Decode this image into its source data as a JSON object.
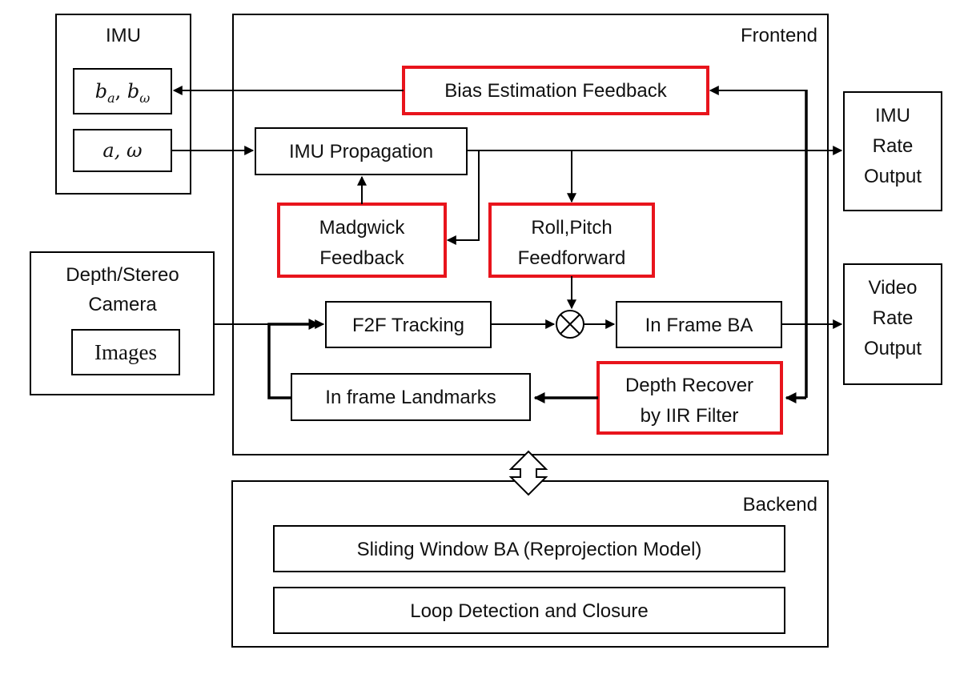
{
  "colors": {
    "highlight": "#e8141c",
    "line": "#000000"
  },
  "imu": {
    "title": "IMU",
    "bias_label": "b_a, b_ω",
    "bias_a": "b",
    "bias_a_sub": "a",
    "bias_sep": ", ",
    "bias_w": "b",
    "bias_w_sub": "ω",
    "meas_label": "a, ω"
  },
  "camera": {
    "title_line1": "Depth/Stereo",
    "title_line2": "Camera",
    "images_label": "Images"
  },
  "frontend": {
    "title": "Frontend",
    "bias_feedback": "Bias Estimation Feedback",
    "imu_propagation": "IMU Propagation",
    "madgwick_line1": "Madgwick",
    "madgwick_line2": "Feedback",
    "rollpitch_line1": "Roll,Pitch",
    "rollpitch_line2": "Feedforward",
    "f2f_tracking": "F2F Tracking",
    "in_frame_ba": "In Frame BA",
    "landmarks": "In frame Landmarks",
    "depth_line1": "Depth Recover",
    "depth_line2": "by IIR Filter"
  },
  "outputs": {
    "imu_rate": [
      "IMU",
      "Rate",
      "Output"
    ],
    "video_rate": [
      "Video",
      "Rate",
      "Output"
    ]
  },
  "backend": {
    "title": "Backend",
    "sliding_window": "Sliding Window BA (Reprojection Model)",
    "loop_detection": "Loop Detection and Closure"
  },
  "icons": {
    "combiner": "circle-times-icon",
    "bidirectional": "double-arrow-icon"
  }
}
